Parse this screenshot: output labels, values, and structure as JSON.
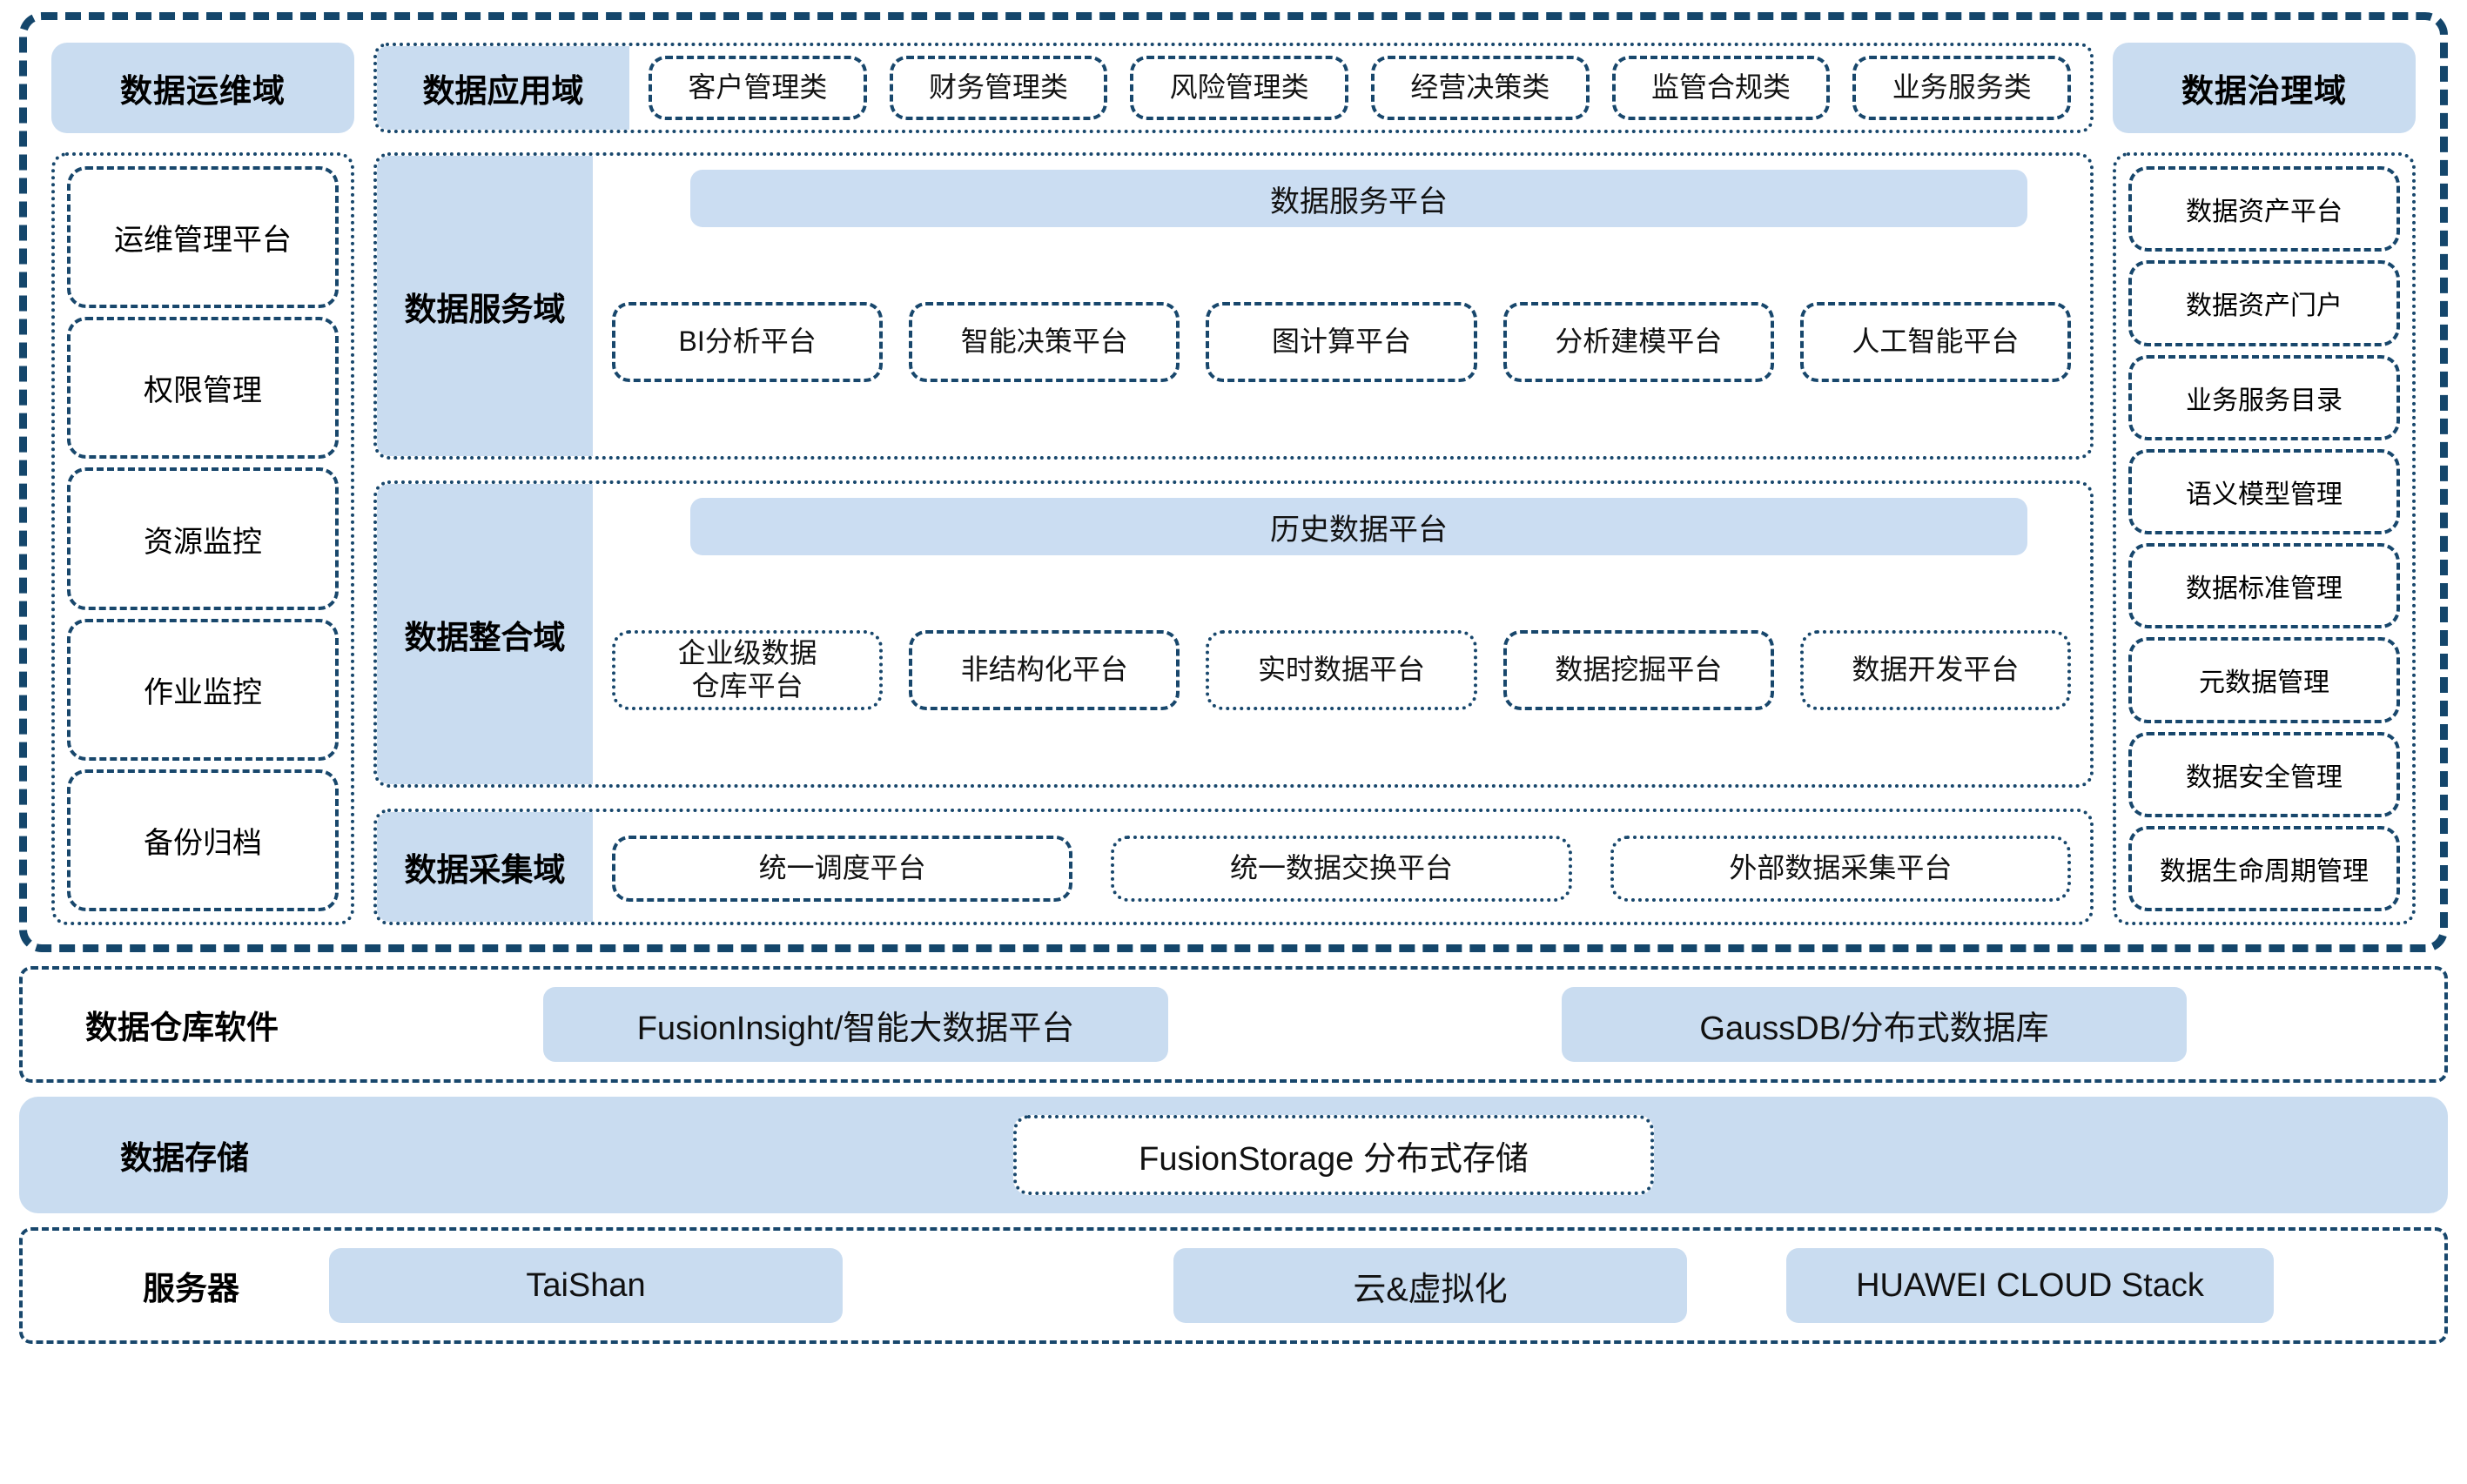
{
  "platform": {
    "ops_domain": {
      "title": "数据运维域",
      "items": [
        "运维管理平台",
        "权限管理",
        "资源监控",
        "作业监控",
        "备份归档"
      ]
    },
    "app_domain": {
      "title": "数据应用域",
      "categories": [
        "客户管理类",
        "财务管理类",
        "风险管理类",
        "经营决策类",
        "监管合规类",
        "业务服务类"
      ]
    },
    "governance_domain": {
      "title": "数据治理域",
      "items": [
        "数据资产平台",
        "数据资产门户",
        "业务服务目录",
        "语义模型管理",
        "数据标准管理",
        "元数据管理",
        "数据安全管理",
        "数据生命周期管理"
      ]
    },
    "service_domain": {
      "title": "数据服务域",
      "platform_bar": "数据服务平台",
      "tiles": [
        "BI分析平台",
        "智能决策平台",
        "图计算平台",
        "分析建模平台",
        "人工智能平台"
      ]
    },
    "integration_domain": {
      "title": "数据整合域",
      "platform_bar": "历史数据平台",
      "tiles": [
        "企业级数据\n仓库平台",
        "非结构化平台",
        "实时数据平台",
        "数据挖掘平台",
        "数据开发平台"
      ]
    },
    "collection_domain": {
      "title": "数据采集域",
      "tiles": [
        "统一调度平台",
        "统一数据交换平台",
        "外部数据采集平台"
      ]
    }
  },
  "warehouse_software": {
    "label": "数据仓库软件",
    "items": [
      "FusionInsight/智能大数据平台",
      "GaussDB/分布式数据库"
    ]
  },
  "data_storage": {
    "label": "数据存储",
    "items": [
      "FusionStorage 分布式存储"
    ]
  },
  "server": {
    "label": "服务器",
    "items": [
      "TaiShan",
      "云&虚拟化",
      "HUAWEI CLOUD Stack"
    ]
  },
  "colors": {
    "frame_border": "#14466b",
    "box_border": "#18476c",
    "blue_fill": "#c9dcf0",
    "background": "#ffffff"
  }
}
